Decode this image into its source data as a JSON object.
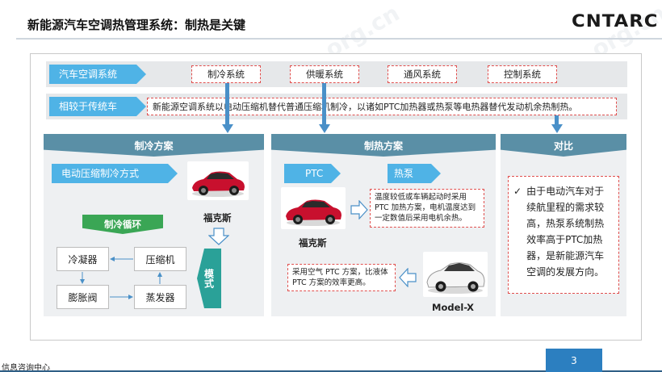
{
  "header": {
    "title": "新能源汽车空调热管理系统：制热是关键",
    "logo_text": "CNTARC"
  },
  "top_row": {
    "label": "汽车空调系统",
    "systems": [
      "制冷系统",
      "供暖系统",
      "通风系统",
      "控制系统"
    ]
  },
  "compare_row": {
    "label": "相较于传统车",
    "text": "新能源空调系统以电动压缩机替代普通压缩机制冷，以诸如PTC加热器或热泵等电热器替代发动机余热制热。"
  },
  "cooling": {
    "header": "制冷方案",
    "method_tag": "电动压缩制冷方式",
    "car_caption": "福克斯",
    "cycle_label": "制冷循环",
    "nodes": {
      "condenser": "冷凝器",
      "compressor": "压缩机",
      "expansion_valve": "膨胀阀",
      "evaporator": "蒸发器"
    },
    "module_label": "模式"
  },
  "heating": {
    "header": "制热方案",
    "tag_ptc": "PTC",
    "tag_heatpump": "热泵",
    "car1_caption": "福克斯",
    "note1": "温度较低或车辆起动时采用PTC 加热方案，电机温度达到一定数值后采用电机余热。",
    "note2": "采用空气 PTC 方案，比液体PTC 方案的效率更高。",
    "car2_caption": "Model-X"
  },
  "compare": {
    "header": "对比",
    "check": "✓",
    "text": "由于电动汽车对于续航里程的需求较高，热泵系统制热效率高于PTC加热器，是新能源汽车空调的发展方向。"
  },
  "footer": {
    "left_text": "信息咨询中心",
    "page_number": "3"
  },
  "colors": {
    "accent_blue": "#4fb3e6",
    "section_header": "#5a8fa6",
    "green": "#3aa655",
    "dashed_red": "#e0504f",
    "car_red": "#c8102e"
  }
}
